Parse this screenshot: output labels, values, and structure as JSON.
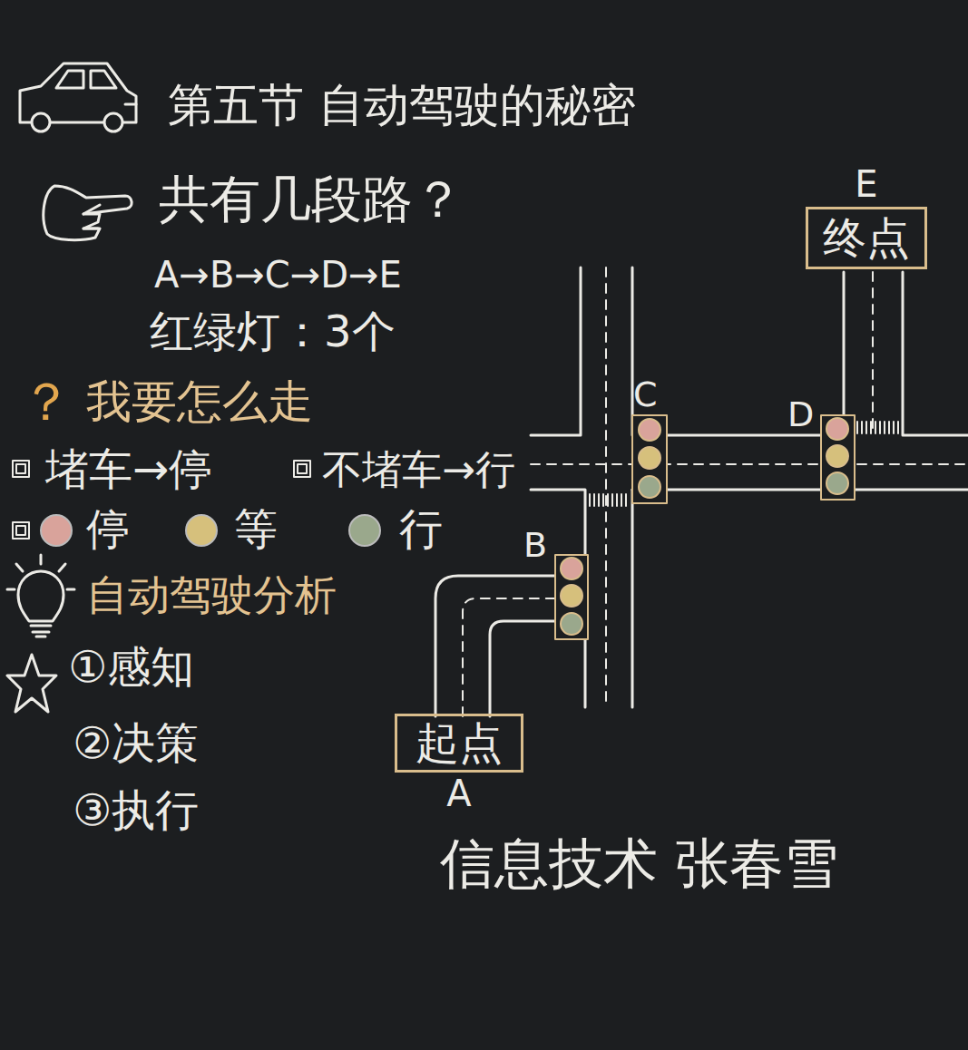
{
  "diagram": {
    "title": "第五节 自动驾驶的秘密",
    "nodes": [
      {
        "text": [
          "E",
          "终点"
        ]
      },
      {
        "text": [
          "起点",
          "A"
        ]
      }
    ],
    "labels": [
      "共有几段路？",
      "A→B→C→D→E",
      "红绿灯：3个",
      "？",
      "我要怎么走",
      "堵车→停",
      "不堵车→行",
      "自动驾驶分析",
      "①感知",
      "②决策",
      "③执行",
      "C",
      "D",
      "B",
      "信息技术 张春雪"
    ],
    "legend": [
      {
        "text": "停",
        "color": "#d9a39b"
      },
      {
        "text": "等",
        "color": "#d6c07c"
      },
      {
        "text": "行",
        "color": "#9aa88c"
      }
    ]
  }
}
